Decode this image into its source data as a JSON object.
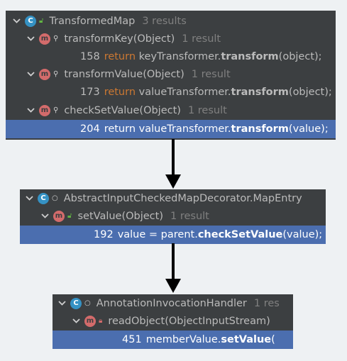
{
  "panel1": {
    "class_name": "TransformedMap",
    "class_count": "3 results",
    "methods": [
      {
        "name": "transformKey(Object)",
        "count": "1 result",
        "line": "158",
        "kw": "return",
        "pre": " keyTransformer.",
        "call": "transform",
        "post": "(object);",
        "selected": false
      },
      {
        "name": "transformValue(Object)",
        "count": "1 result",
        "line": "173",
        "kw": "return",
        "pre": " valueTransformer.",
        "call": "transform",
        "post": "(object);",
        "selected": false
      },
      {
        "name": "checkSetValue(Object)",
        "count": "1 result",
        "line": "204",
        "kw": "return",
        "pre": " valueTransformer.",
        "call": "transform",
        "post": "(value);",
        "selected": true
      }
    ]
  },
  "panel2": {
    "class_name": "AbstractInputCheckedMapDecorator.MapEntry",
    "method": {
      "name": "setValue(Object)",
      "count": "1 result",
      "line": "192",
      "pre": "value = parent.",
      "call": "checkSetValue",
      "post": "(value);"
    }
  },
  "panel3": {
    "class_name": "AnnotationInvocationHandler",
    "class_count": "1 res",
    "method": {
      "name": "readObject(ObjectInputStream)",
      "line": "451",
      "pre": "memberValue.",
      "call": "setValue",
      "post": "("
    }
  },
  "icons": {
    "class": "class-icon",
    "method": "method-icon"
  },
  "colors": {
    "panel_bg": "#3c3f41",
    "selection": "#4b6eaf",
    "keyword": "#cc7832",
    "count": "#808080",
    "arrow": "#000000"
  }
}
